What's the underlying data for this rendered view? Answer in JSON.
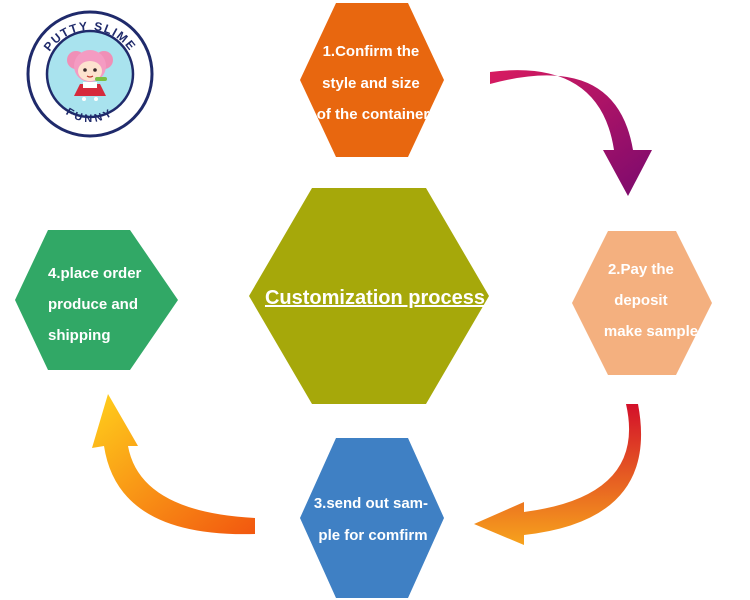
{
  "logo": {
    "top_text": "PUTTY SLIME",
    "bottom_text": "FUNNY",
    "ring_color": "#1f2a6b"
  },
  "center": {
    "title": "Customization process",
    "color": "#a6a80a"
  },
  "steps": [
    {
      "lines": [
        "1.Confirm the",
        "style and size",
        "of the container"
      ],
      "color": "#e8670f"
    },
    {
      "lines": [
        "2.Pay the",
        "deposit",
        "make sample"
      ],
      "color": "#f4b07f"
    },
    {
      "lines": [
        "3.send out sam-",
        "ple for comfirm"
      ],
      "color": "#3f80c4"
    },
    {
      "lines": [
        "4.place order",
        "produce and",
        "shipping"
      ],
      "color": "#31a866"
    }
  ],
  "arrows": {
    "top_right": [
      "#d81b60",
      "#7a0a6e"
    ],
    "right_bottom": [
      "#d3102a",
      "#f7a31c"
    ],
    "bottom_left": [
      "#f2570f",
      "#ffd01c"
    ]
  }
}
